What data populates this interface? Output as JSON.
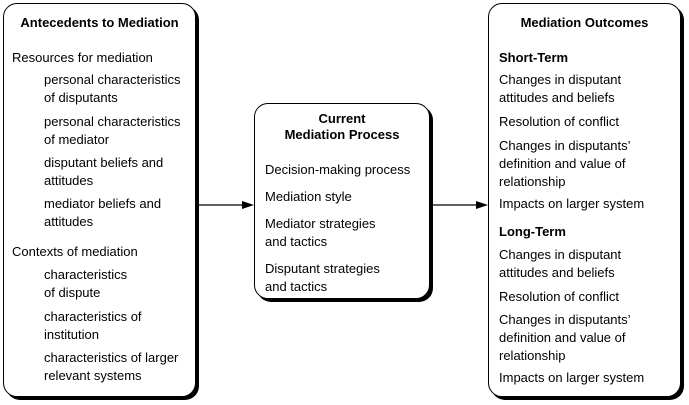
{
  "antecedents": {
    "title": "Antecedents to Mediation",
    "resources_heading": "Resources for mediation",
    "resources_items": [
      "personal characteristics\nof disputants",
      "personal characteristics\nof mediator",
      "disputant beliefs and\nattitudes",
      "mediator beliefs and\nattitudes"
    ],
    "contexts_heading": "Contexts of mediation",
    "contexts_items": [
      "characteristics\nof dispute",
      "characteristics of\ninstitution",
      "characteristics of larger\nrelevant systems"
    ]
  },
  "process": {
    "title": "Current\nMediation Process",
    "items": [
      "Decision-making process",
      "Mediation style",
      "Mediator strategies\nand tactics",
      "Disputant strategies\nand tactics"
    ]
  },
  "outcomes": {
    "title": "Mediation Outcomes",
    "short_heading": "Short-Term",
    "short_items": [
      "Changes in disputant\nattitudes and beliefs",
      "Resolution of conflict",
      "Changes in disputants’\ndefinition and value of\nrelationship",
      "Impacts on larger system"
    ],
    "long_heading": "Long-Term",
    "long_items": [
      "Changes in disputant\nattitudes and beliefs",
      "Resolution of conflict",
      "Changes in disputants’\ndefinition and value of\nrelationship",
      "Impacts on larger system"
    ]
  }
}
